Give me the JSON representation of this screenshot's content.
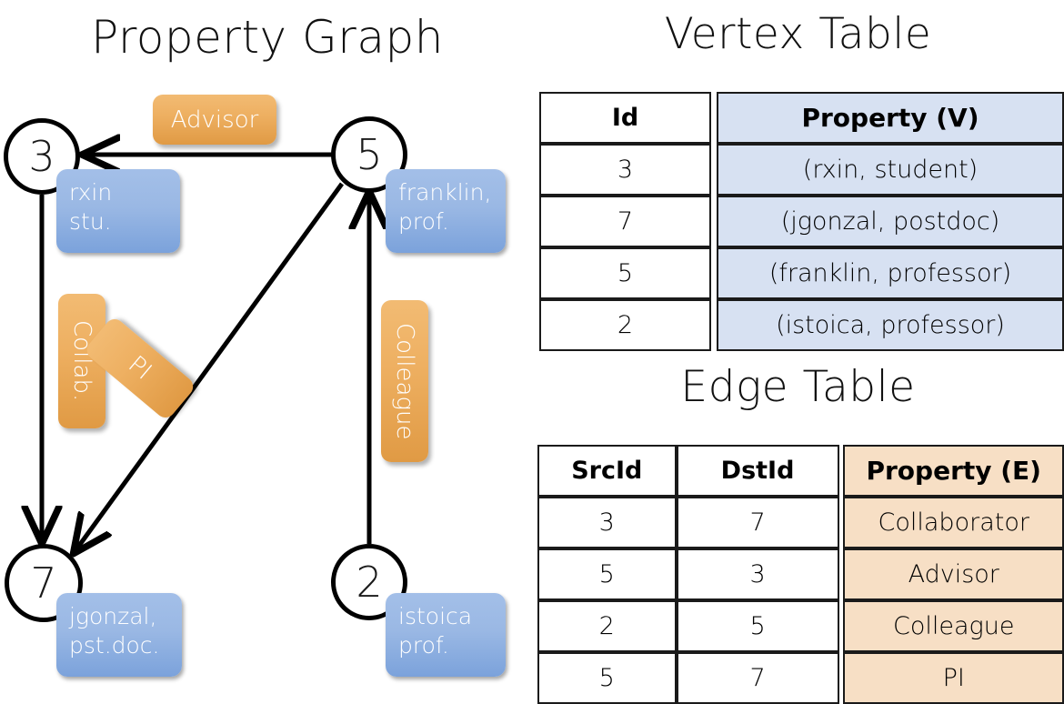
{
  "graph": {
    "title": "Property Graph",
    "nodes": [
      {
        "id": "3",
        "property": "rxin\nstu."
      },
      {
        "id": "5",
        "property": "franklin,\nprof."
      },
      {
        "id": "7",
        "property": "jgonzal,\npst.doc."
      },
      {
        "id": "2",
        "property": "istoica\nprof."
      }
    ],
    "edge_labels": [
      {
        "label": "Advisor",
        "orientation": "horizontal"
      },
      {
        "label": "Collab.",
        "orientation": "vertical"
      },
      {
        "label": "PI",
        "orientation": "rotated"
      },
      {
        "label": "Colleague",
        "orientation": "vertical"
      }
    ],
    "edges": [
      {
        "src": "5",
        "dst": "3",
        "label": "Advisor"
      },
      {
        "src": "3",
        "dst": "7",
        "label": "Collab."
      },
      {
        "src": "5",
        "dst": "7",
        "label": "PI"
      },
      {
        "src": "2",
        "dst": "5",
        "label": "Colleague"
      }
    ]
  },
  "vertex_table": {
    "title": "Vertex Table",
    "headers": [
      "Id",
      "Property (V)"
    ],
    "rows": [
      {
        "id": "3",
        "property": "(rxin, student)"
      },
      {
        "id": "7",
        "property": "(jgonzal, postdoc)"
      },
      {
        "id": "5",
        "property": "(franklin, professor)"
      },
      {
        "id": "2",
        "property": "(istoica, professor)"
      }
    ]
  },
  "edge_table": {
    "title": "Edge Table",
    "headers": [
      "SrcId",
      "DstId",
      "Property (E)"
    ],
    "rows": [
      {
        "src": "3",
        "dst": "7",
        "property": "Collaborator"
      },
      {
        "src": "5",
        "dst": "3",
        "property": "Advisor"
      },
      {
        "src": "2",
        "dst": "5",
        "property": "Colleague"
      },
      {
        "src": "5",
        "dst": "7",
        "property": "PI"
      }
    ]
  },
  "colors": {
    "vertex_property_bg": "#D7E1F2",
    "edge_property_bg": "#F7DFC5",
    "node_property_box": "#95B3E0",
    "edge_label_box": "#EEB062",
    "stroke": "#1A1A1A",
    "background": "#FFFFFF"
  }
}
